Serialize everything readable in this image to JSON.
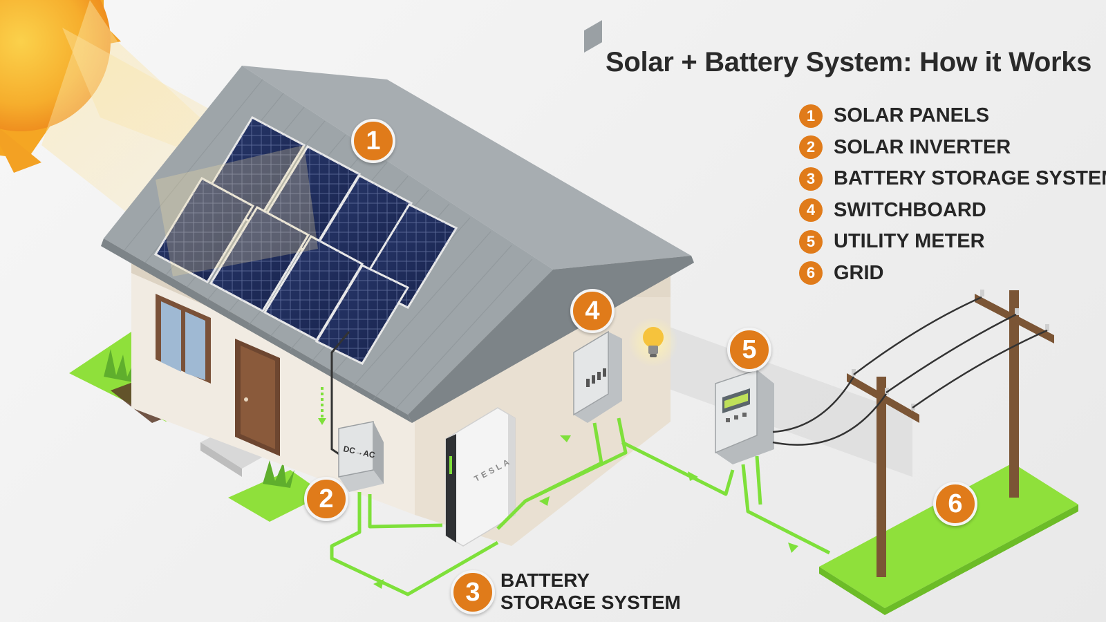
{
  "title": "Solar + Battery System: How it Works",
  "legend": [
    {
      "number": "1",
      "label": "SOLAR PANELS"
    },
    {
      "number": "2",
      "label": "SOLAR INVERTER"
    },
    {
      "number": "3",
      "label": "BATTERY STORAGE SYSTEM"
    },
    {
      "number": "4",
      "label": "SWITCHBOARD"
    },
    {
      "number": "5",
      "label": "UTILITY METER"
    },
    {
      "number": "6",
      "label": "GRID"
    }
  ],
  "badges": {
    "panels": "1",
    "inverter": "2",
    "battery": "3",
    "switchboard": "4",
    "meter": "5",
    "grid": "6"
  },
  "callout": {
    "line1": "BATTERY",
    "line2": "STORAGE SYSTEM"
  },
  "inverter_text": "DC→AC",
  "battery_brand": "TESLA",
  "colors": {
    "accent_orange": "#e07b1a",
    "flow_green": "#7ee03a",
    "roof_grey": "#9aa0a4",
    "wall_beige": "#e9e0d2",
    "panel_navy": "#1d2b55",
    "sun_yellow": "#f7b733"
  }
}
